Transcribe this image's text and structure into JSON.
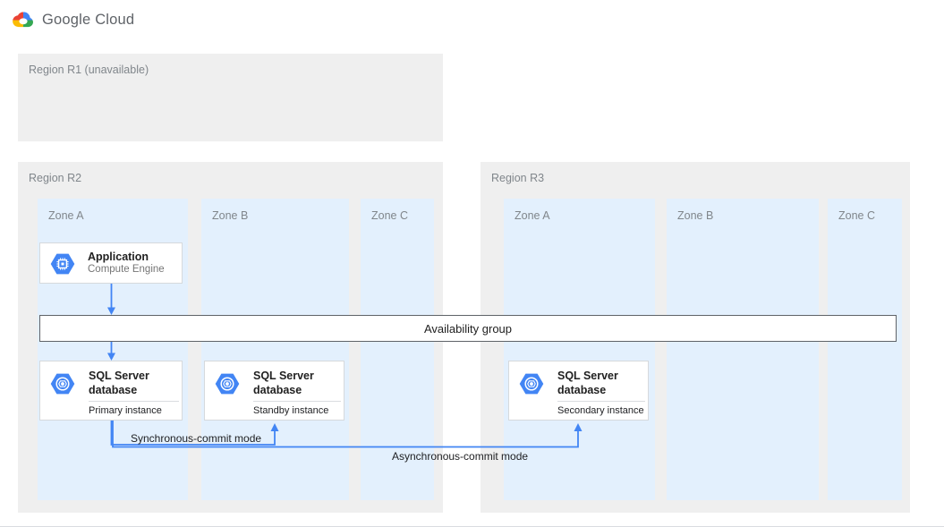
{
  "page": {
    "brand": "Google Cloud"
  },
  "colors": {
    "arrow": "#4285f4",
    "icon_blue": "#4285f4",
    "zone_fill": "#e3f0fd",
    "region_fill": "#efefef",
    "logo_red": "#ea4335",
    "logo_yellow": "#fbbc05",
    "logo_blue": "#4285f4",
    "logo_green": "#34a853"
  },
  "regions": {
    "r1": {
      "label": "Region R1 (unavailable)"
    },
    "r2": {
      "label": "Region R2",
      "zones": [
        "Zone A",
        "Zone B",
        "Zone C"
      ]
    },
    "r3": {
      "label": "Region R3",
      "zones": [
        "Zone A",
        "Zone B",
        "Zone C"
      ]
    }
  },
  "nodes": {
    "application": {
      "title": "Application",
      "subtitle": "Compute Engine"
    },
    "availability_group": {
      "label": "Availability group"
    },
    "primary": {
      "title": "SQL Server database",
      "instance": "Primary instance"
    },
    "standby": {
      "title": "SQL Server database",
      "instance": "Standby instance"
    },
    "secondary": {
      "title": "SQL Server database",
      "instance": "Secondary instance"
    }
  },
  "connections": {
    "sync_label": "Synchronous-commit mode",
    "async_label": "Asynchronous-commit mode"
  }
}
